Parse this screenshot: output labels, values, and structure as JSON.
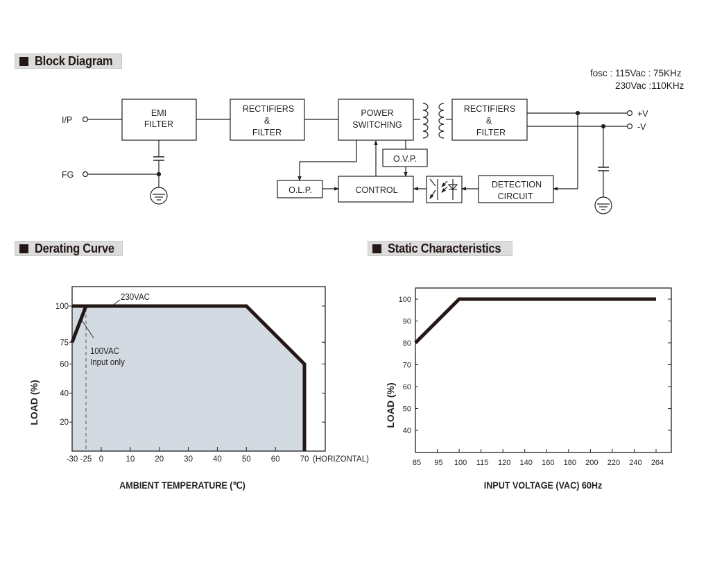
{
  "sections": {
    "block_diagram": "Block Diagram",
    "derating_curve": "Derating Curve",
    "static_characteristics": "Static Characteristics"
  },
  "block_diagram": {
    "fosc_line1": "fosc : 115Vac : 75KHz",
    "fosc_line2": "230Vac :110KHz",
    "terminals": {
      "ip": "I/P",
      "fg": "FG",
      "plus_v": "+V",
      "minus_v": "-V"
    },
    "blocks": {
      "emi_filter": [
        "EMI",
        "FILTER"
      ],
      "rectifiers_in": [
        "RECTIFIERS",
        "&",
        "FILTER"
      ],
      "power_switching": [
        "POWER",
        "SWITCHING"
      ],
      "rectifiers_out": [
        "RECTIFIERS",
        "&",
        "FILTER"
      ],
      "ovp": "O.V.P.",
      "olp": "O.L.P.",
      "control": "CONTROL",
      "detection": [
        "DETECTION",
        "CIRCUIT"
      ]
    },
    "icons": [
      "transformer-icon",
      "optocoupler-icon",
      "ground-icon",
      "capacitor-icon"
    ]
  },
  "chart_data": [
    {
      "type": "area",
      "title": "Derating Curve",
      "xlabel": "AMBIENT TEMPERATURE (℃)",
      "ylabel": "LOAD (%)",
      "x_ticks": [
        -30,
        -25,
        0,
        10,
        20,
        30,
        40,
        50,
        60,
        70
      ],
      "x_tick_labels": [
        "-30",
        "-25",
        "0",
        "10",
        "20",
        "30",
        "40",
        "50",
        "60",
        "70"
      ],
      "x_suffix": "(HORIZONTAL)",
      "y_ticks": [
        20,
        40,
        60,
        75,
        100
      ],
      "y_tick_labels": [
        "20",
        "40",
        "60",
        "75",
        "100"
      ],
      "xlim": [
        -30,
        77
      ],
      "ylim": [
        0,
        113
      ],
      "fill_color": "#d3dae1",
      "series": [
        {
          "name": "230VAC",
          "x": [
            -30,
            -25,
            50,
            70,
            70
          ],
          "y": [
            100,
            100,
            100,
            60,
            0
          ]
        },
        {
          "name": "100VAC Input only",
          "x": [
            -30,
            -25
          ],
          "y": [
            75,
            100
          ]
        }
      ],
      "annotations": [
        {
          "text": "230VAC"
        },
        {
          "text": "100VAC"
        },
        {
          "text": "Input only"
        }
      ],
      "reference_line": {
        "x": -25,
        "style": "dashed"
      }
    },
    {
      "type": "line",
      "title": "Static Characteristics",
      "xlabel": "INPUT VOLTAGE (VAC) 60Hz",
      "ylabel": "LOAD (%)",
      "categories": [
        "85",
        "95",
        "100",
        "115",
        "120",
        "140",
        "160",
        "180",
        "200",
        "220",
        "240",
        "264"
      ],
      "y_ticks": [
        40,
        50,
        60,
        70,
        80,
        90,
        100
      ],
      "y_tick_labels": [
        "40",
        "50",
        "60",
        "70",
        "80",
        "90",
        "100"
      ],
      "ylim": [
        30,
        105
      ],
      "series": [
        {
          "name": "Load",
          "x": [
            "85",
            "100",
            "264"
          ],
          "y": [
            80,
            100,
            100
          ]
        }
      ]
    }
  ]
}
